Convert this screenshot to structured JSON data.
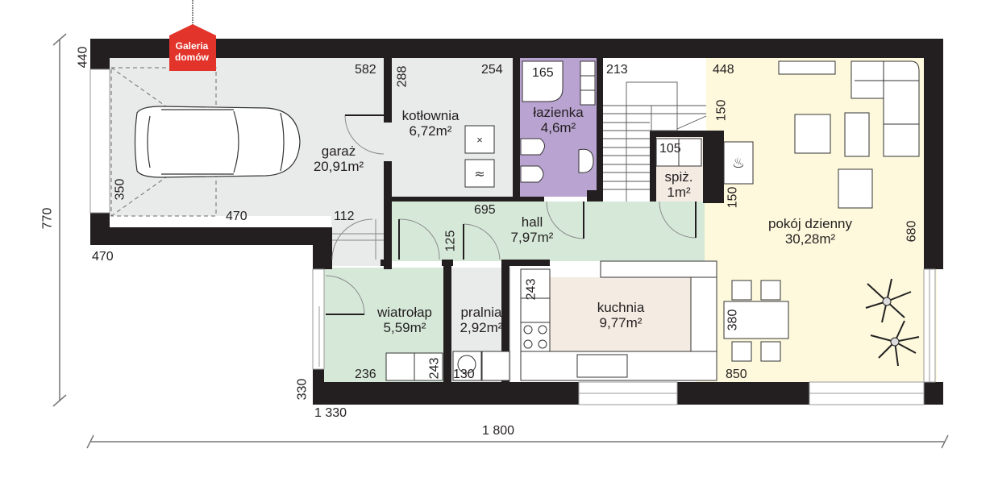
{
  "badge": {
    "line1": "Galeria",
    "line2": "domów",
    "color": "#e2342a"
  },
  "colors": {
    "wall": "#231f20",
    "garage": "#e9eaea",
    "boiler": "#e9eaea",
    "bathroom": "#b9a3d0",
    "hall": "#d6e9d9",
    "living": "#fef9dc",
    "kitchen": "#f4ebe3",
    "pantry": "#f4ebe3",
    "laundry": "#e9eaea",
    "vestibule": "#d6e9d9",
    "stairs": "#ffffff"
  },
  "rooms": {
    "garage": {
      "name": "garaż",
      "area": "20,91m²"
    },
    "boiler": {
      "name": "kotłownia",
      "area": "6,72m²"
    },
    "bathroom": {
      "name": "łazienka",
      "area": "4,6m²"
    },
    "pantry": {
      "name": "spiż.",
      "area": "1m²"
    },
    "hall": {
      "name": "hall",
      "area": "7,97m²"
    },
    "living": {
      "name": "pokój dzienny",
      "area": "30,28m²"
    },
    "kitchen": {
      "name": "kuchnia",
      "area": "9,77m²"
    },
    "vestibule": {
      "name": "wiatrołap",
      "area": "5,59m²"
    },
    "laundry": {
      "name": "pralnia",
      "area": "2,92m²"
    }
  },
  "dimensions": {
    "total_height": "770",
    "total_width": "1 800",
    "garage_left_top": "440",
    "garage_bottom_left": "470",
    "garage_door_h": "350",
    "garage_door_w": "470",
    "garage_ceiling": "582",
    "boiler_ceiling_v": "288",
    "boiler_ceiling": "254",
    "shower": "165",
    "stairs_ceiling": "213",
    "living_ceiling": "448",
    "living_150_top": "150",
    "living_150_bottom": "150",
    "pantry_shelf": "105",
    "hall_left": "112",
    "hall_ceiling": "695",
    "hall_125": "125",
    "living_680": "680",
    "kitchen_243": "243",
    "dining_380": "380",
    "dining_850": "850",
    "vestibule_236": "236",
    "vestibule_243": "243",
    "laundry_130": "130",
    "bottom_left_330": "330",
    "bottom_left_1330": "1 330"
  }
}
